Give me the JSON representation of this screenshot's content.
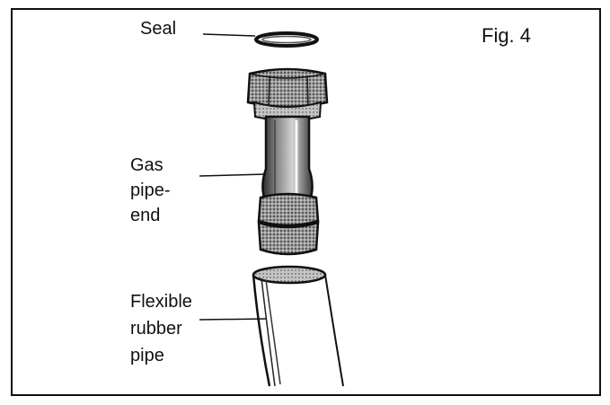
{
  "figure": {
    "number_label": "Fig. 4"
  },
  "labels": {
    "seal": "Seal",
    "gas_pipe_end": [
      "Gas",
      "pipe-",
      "end"
    ],
    "flexible_rubber_pipe": [
      "Flexible",
      "rubber",
      "pipe"
    ]
  },
  "colors": {
    "ink": "#111111",
    "paper": "#ffffff",
    "shade": "#6d6d6d"
  }
}
